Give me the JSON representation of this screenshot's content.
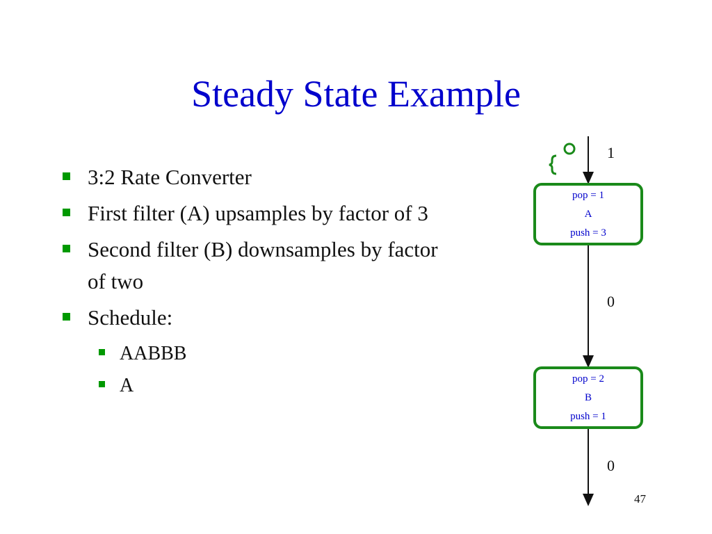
{
  "title": "Steady State Example",
  "bullets": [
    "3:2 Rate Converter",
    "First filter (A) upsamples by factor of 3",
    "Second filter (B) downsamples by factor of two",
    "Schedule:"
  ],
  "sub_bullets": [
    "AABBB",
    "A"
  ],
  "diagram": {
    "filter_a": {
      "pop": "pop = 1",
      "name": "A",
      "push": "push = 3"
    },
    "filter_b": {
      "pop": "pop = 2",
      "name": "B",
      "push": "push = 1"
    },
    "counts": {
      "input": "1",
      "middle": "0",
      "output": "0"
    },
    "marker_glyph": "{ o",
    "colors": {
      "box_border": "#1a8a1a",
      "box_text": "#0000cc",
      "bullet": "#009900",
      "title": "#0000cc"
    }
  },
  "page_number": "47"
}
